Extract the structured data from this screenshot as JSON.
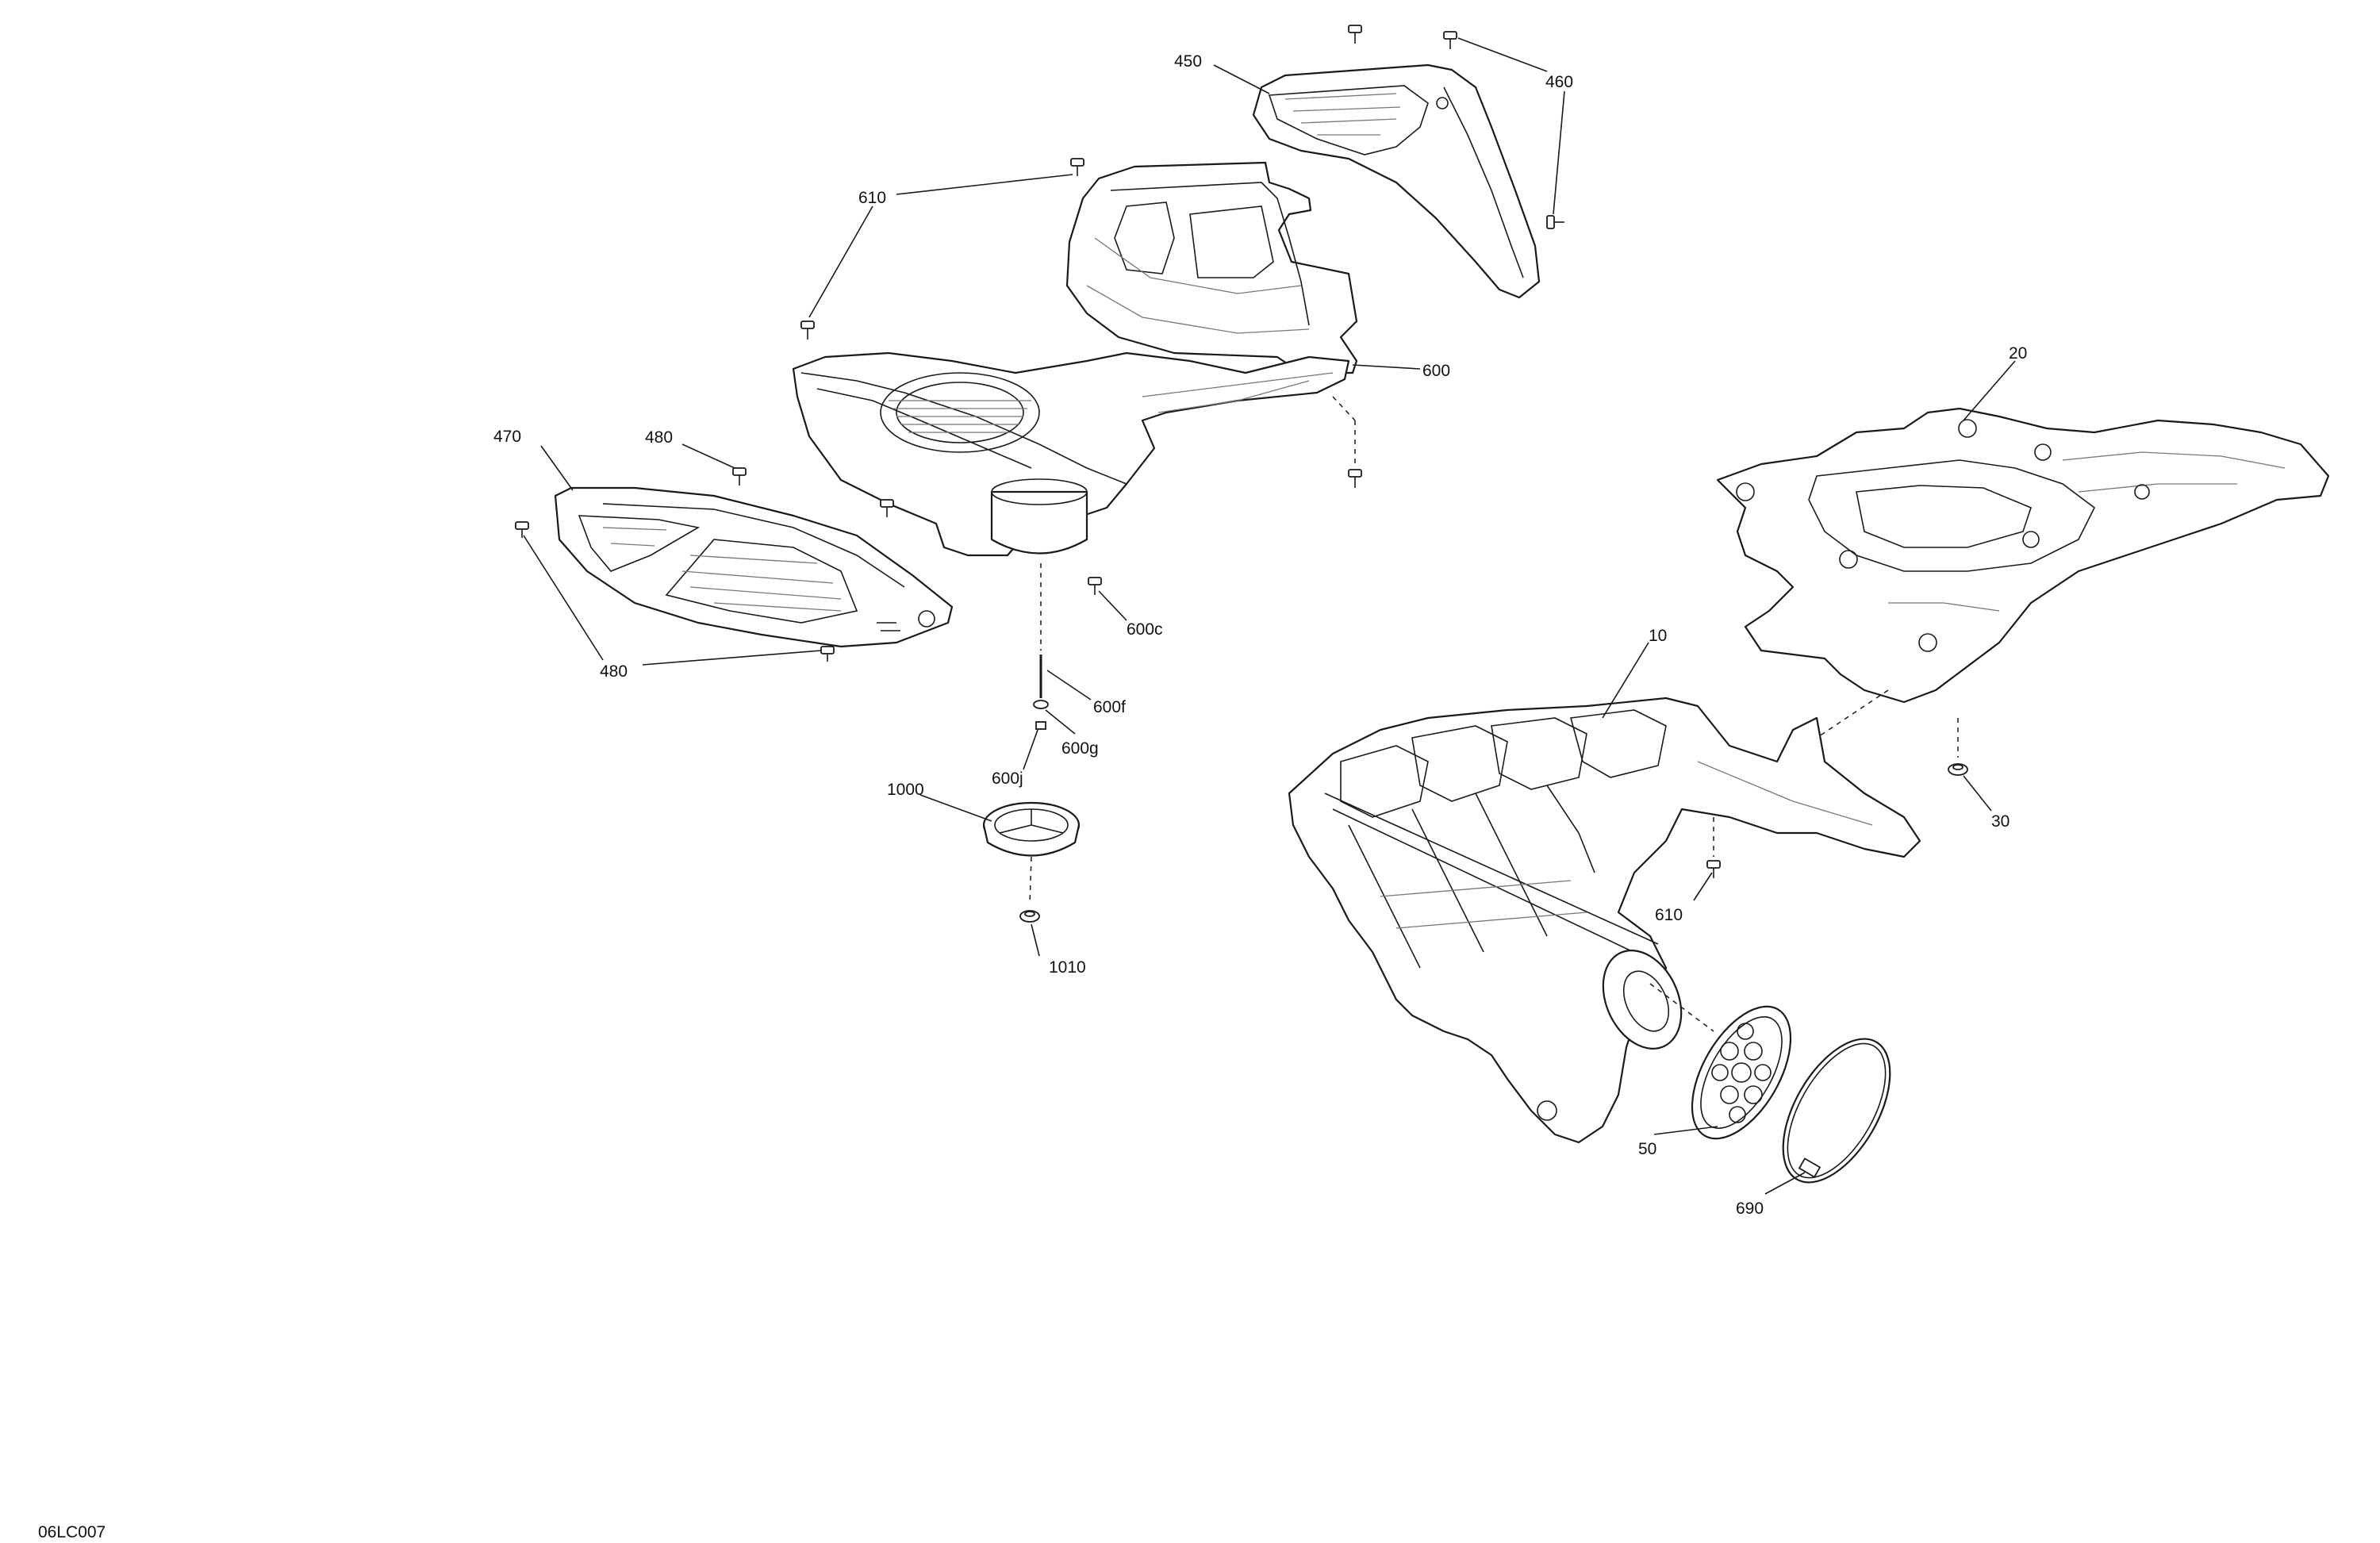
{
  "drawing": {
    "reference_code": "06LC007"
  },
  "callouts": {
    "c450": "450",
    "c460": "460",
    "c610_top": "610",
    "c600": "600",
    "c470": "470",
    "c480_top": "480",
    "c480_bottom": "480",
    "c600c": "600c",
    "c600f": "600f",
    "c600g": "600g",
    "c600j": "600j",
    "c1000": "1000",
    "c1010": "1010",
    "c20": "20",
    "c10": "10",
    "c30": "30",
    "c610_right": "610",
    "c50": "50",
    "c690": "690"
  }
}
